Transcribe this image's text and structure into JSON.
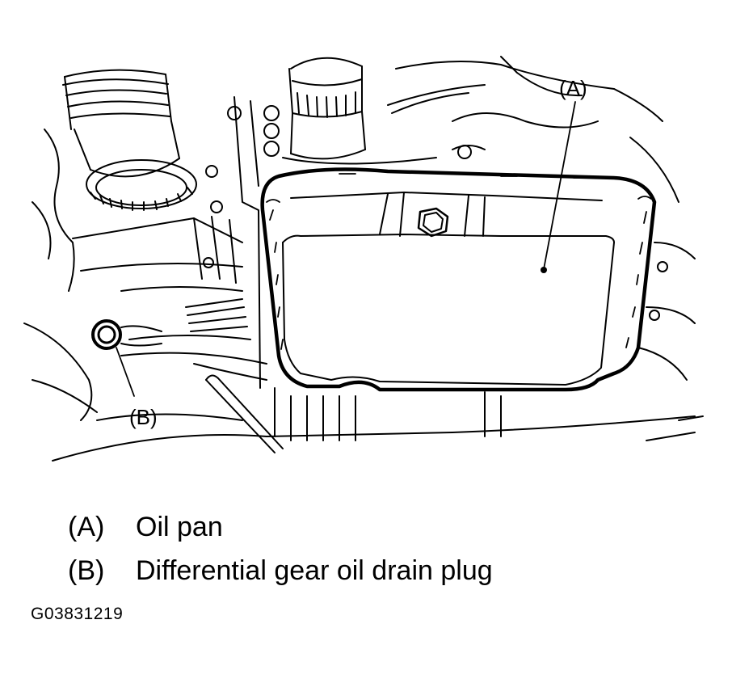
{
  "callouts": {
    "a": "(A)",
    "b": "(B)"
  },
  "legend": [
    {
      "key": "(A)",
      "text": "Oil pan"
    },
    {
      "key": "(B)",
      "text": "Differential gear oil drain plug"
    }
  ],
  "figure_id": "G03831219"
}
